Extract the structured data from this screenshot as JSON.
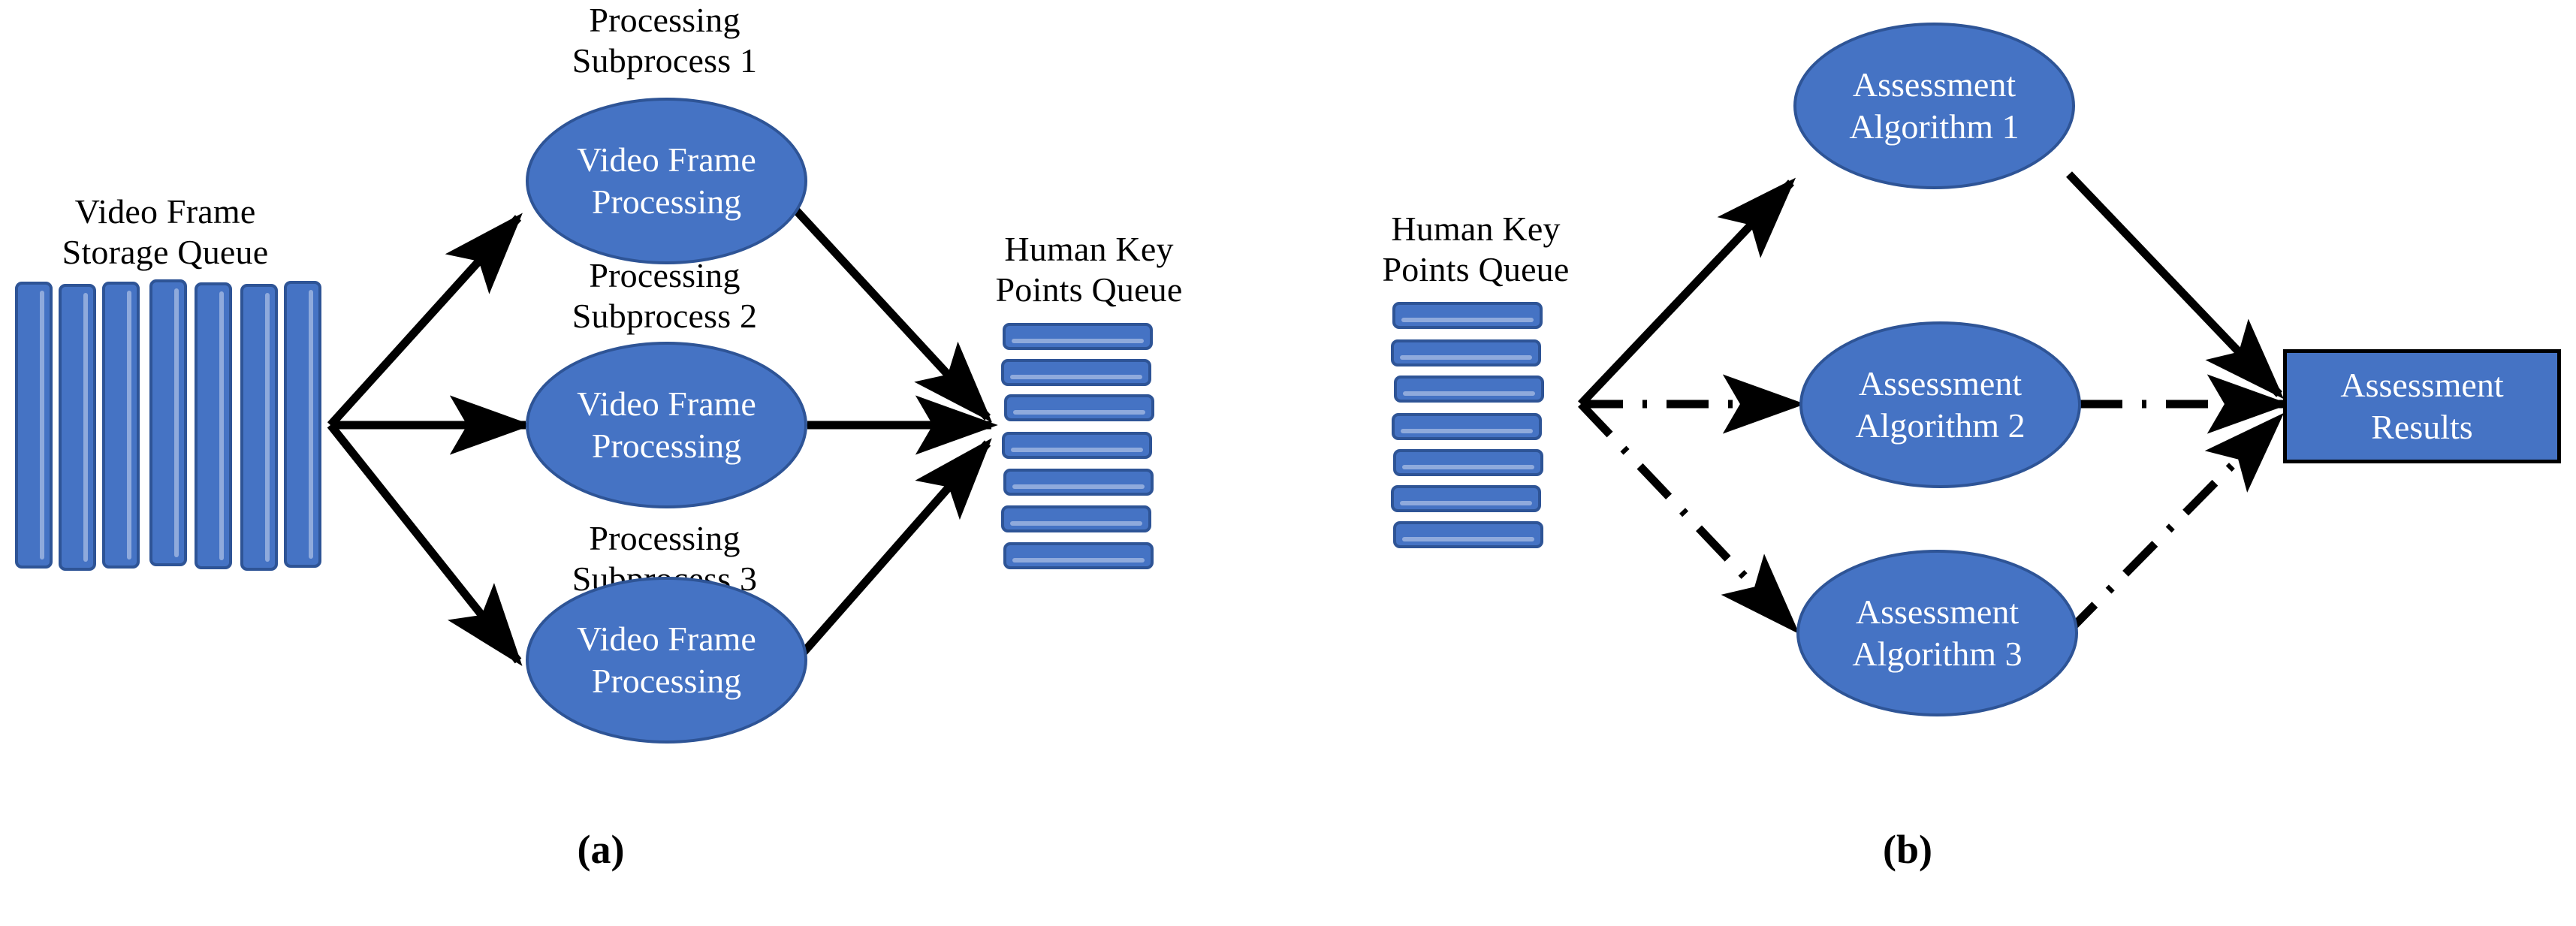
{
  "figure": {
    "panels": [
      {
        "id": "a",
        "caption": "(a)",
        "source_queue": {
          "label": "Video Frame\nStorage Queue",
          "item_count": 7,
          "orientation": "vertical-bars"
        },
        "processes": [
          {
            "title": "Processing\nSubprocess 1",
            "node_label": "Video Frame\nProcessing"
          },
          {
            "title": "Processing\nSubprocess 2",
            "node_label": "Video Frame\nProcessing"
          },
          {
            "title": "Processing\nSubprocess 3",
            "node_label": "Video Frame\nProcessing"
          }
        ],
        "target_queue": {
          "label": "Human Key\nPoints Queue",
          "item_count": 7,
          "orientation": "horizontal-disks"
        },
        "edge_styles": [
          "solid",
          "solid",
          "solid"
        ]
      },
      {
        "id": "b",
        "caption": "(b)",
        "source_queue": {
          "label": "Human Key\nPoints Queue",
          "item_count": 7,
          "orientation": "horizontal-disks"
        },
        "processes": [
          {
            "title": "",
            "node_label": "Assessment\nAlgorithm 1"
          },
          {
            "title": "",
            "node_label": "Assessment\nAlgorithm 2"
          },
          {
            "title": "",
            "node_label": "Assessment\nAlgorithm 3"
          }
        ],
        "target_box": {
          "label": "Assessment\nResults"
        },
        "edge_styles": [
          "solid",
          "dash-dot",
          "dash-dot"
        ]
      }
    ]
  },
  "colors": {
    "node_fill": "#4573C4",
    "node_stroke": "#2E5496",
    "node_text": "#FFFFFF",
    "box_stroke": "#000000",
    "highlight": "#8FAADC",
    "arrow": "#000000",
    "label_text": "#000000",
    "background": "#FFFFFF"
  },
  "icons": {
    "arrow_solid": "arrow-solid-icon",
    "arrow_dash_dot": "arrow-dash-dot-icon",
    "frame_bar": "video-frame-bar-icon",
    "disk": "queue-disk-icon"
  }
}
